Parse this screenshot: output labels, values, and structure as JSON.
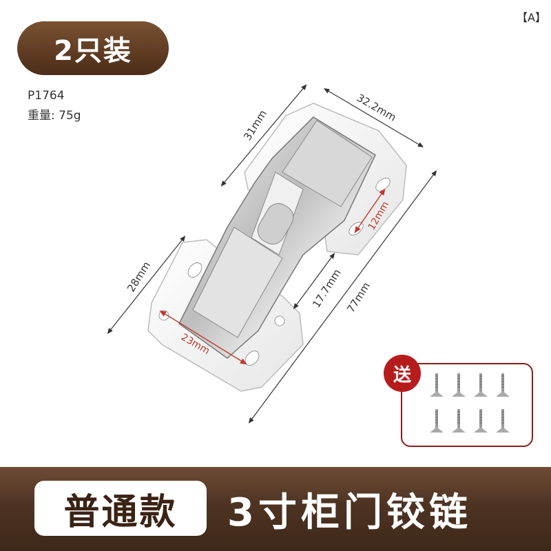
{
  "header": {
    "quantity_badge": "2只装",
    "corner_tag": "【A】"
  },
  "product_info": {
    "model": "P1764",
    "weight": "重量: 75g"
  },
  "dimensions": {
    "top_width": "32.2mm",
    "top_length": "31mm",
    "bottom_length": "28mm",
    "hole_spacing": "12mm",
    "gap": "17.7mm",
    "total_length": "77mm",
    "bottom_width": "23mm"
  },
  "gift": {
    "seal_label": "送",
    "screw_count": 8,
    "screw_icon": "screw-icon"
  },
  "banner": {
    "type_label": "普通款",
    "title": "3寸柜门铰链"
  },
  "colors": {
    "brown_dark": "#4c2e19",
    "brown_light": "#7a5233",
    "red": "#b71c1c",
    "dimension_red": "#c0392b"
  }
}
